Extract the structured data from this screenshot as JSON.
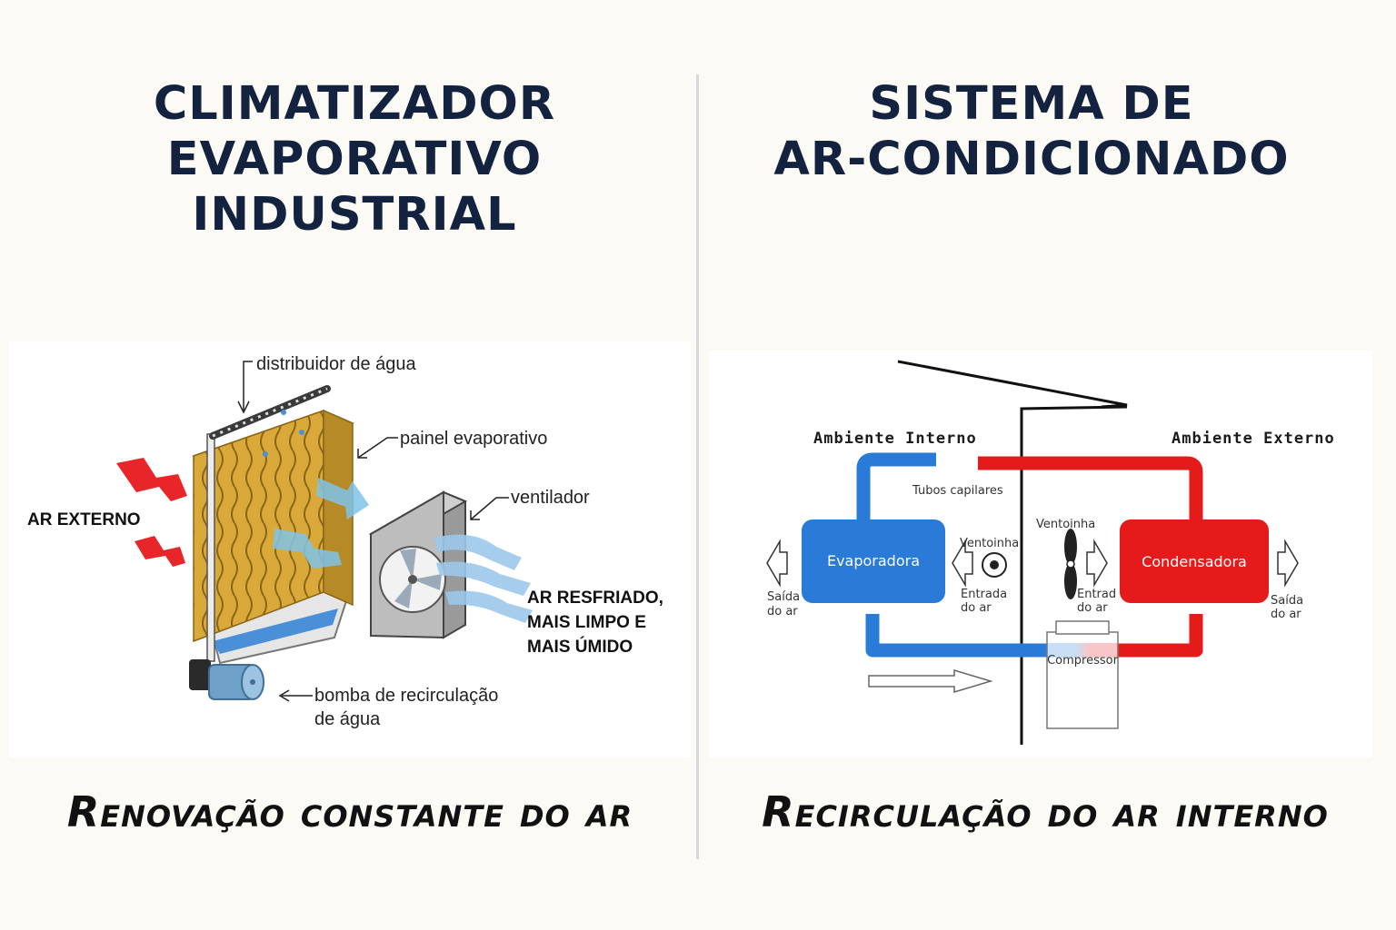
{
  "left": {
    "heading_lines": [
      "CLIMATIZADOR",
      "EVAPORATIVO",
      "INDUSTRIAL"
    ],
    "diagram": {
      "labels": {
        "water_distributor": "distribuidor de água",
        "evaporative_panel": "painel evaporativo",
        "fan": "ventilador",
        "outside_air": "AR EXTERNO",
        "cooled_air_lines": [
          "AR RESFRIADO,",
          "MAIS LIMPO E",
          "MAIS ÚMIDO"
        ],
        "pump_lines": [
          "bomba de recirculação",
          "de água"
        ]
      }
    },
    "caption": "Renovação constante do ar"
  },
  "right": {
    "heading_lines": [
      "SISTEMA DE",
      "AR-CONDICIONADO"
    ],
    "diagram": {
      "labels": {
        "indoor": "Ambiente Interno",
        "outdoor": "Ambiente Externo",
        "capillary_tubes": "Tubos capilares",
        "evaporator": "Evaporadora",
        "condenser": "Condensadora",
        "compressor": "Compressor",
        "fan_left": "Ventoinha",
        "fan_right": "Ventoinha",
        "air_outlet_left_lines": [
          "Saída",
          "do ar"
        ],
        "air_inlet_left_lines": [
          "Entrada",
          "do ar"
        ],
        "air_inlet_right_lines": [
          "Entrad",
          "do ar"
        ],
        "air_outlet_right_lines": [
          "Saída",
          "do ar"
        ]
      }
    },
    "caption": "Recirculação do ar interno"
  },
  "colors": {
    "heading": "#13223f",
    "cold_pipe": "#2a7ad8",
    "hot_pipe": "#e51b1b",
    "evaporative_pad": "#d9a93a",
    "cool_air": "#7fc3e8",
    "warm_air": "#e8262a"
  }
}
